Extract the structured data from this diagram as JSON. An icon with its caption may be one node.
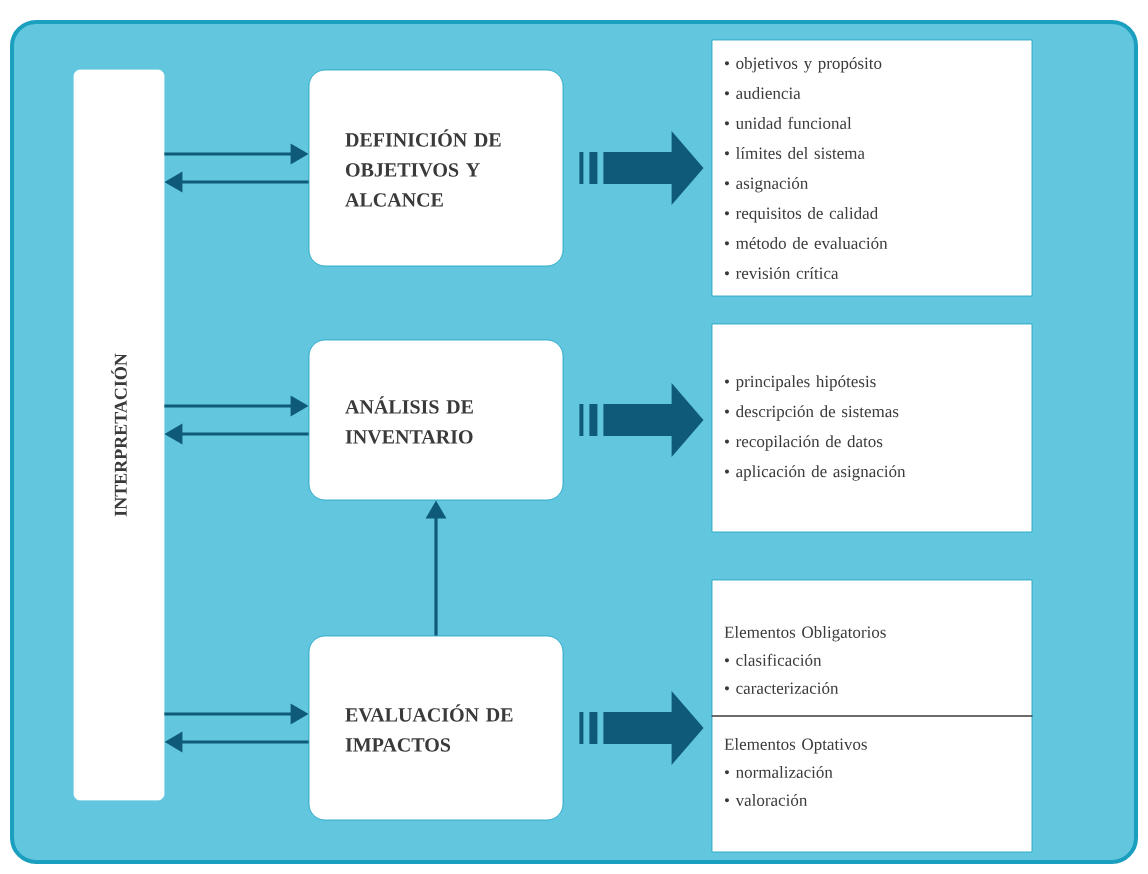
{
  "diagram": {
    "nodes": [
      {
        "text": [
          "INTERPRETACIÓN"
        ]
      },
      {
        "text": [
          "DEFINICIÓN DE OBJETIVOS Y ALCANCE"
        ]
      },
      {
        "text": [
          "ANÁLISIS DE INVENTARIO"
        ]
      },
      {
        "text": [
          "EVALUACIÓN DE IMPACTOS"
        ]
      },
      {
        "text": [
          "• objetivos y propósito",
          "• audiencia",
          "• unidad funcional",
          "• límites del sistema",
          "• asignación",
          "• requisitos de calidad",
          "• método de evaluación",
          "• revisión crítica"
        ]
      },
      {
        "text": [
          "• principales hipótesis",
          "• descripción de sistemas",
          "• recopilación de datos",
          "• aplicación de asignación"
        ]
      },
      {
        "text": [
          "Elementos Obligatorios",
          "• clasificación",
          "• caracterización",
          "Elementos Optativos",
          "• normalización",
          "• valoración"
        ]
      }
    ],
    "edges": [
      {
        "from": 0,
        "to": 1,
        "arrow": "to"
      },
      {
        "from": 1,
        "to": 0,
        "arrow": "to"
      },
      {
        "from": 0,
        "to": 2,
        "arrow": "to"
      },
      {
        "from": 2,
        "to": 0,
        "arrow": "to"
      },
      {
        "from": 0,
        "to": 3,
        "arrow": "to"
      },
      {
        "from": 3,
        "to": 0,
        "arrow": "to"
      },
      {
        "from": 3,
        "to": 2,
        "arrow": "to"
      },
      {
        "from": 1,
        "to": 4,
        "arrow": "to",
        "style": "thick"
      },
      {
        "from": 2,
        "to": 5,
        "arrow": "to",
        "style": "thick"
      },
      {
        "from": 3,
        "to": 6,
        "arrow": "to",
        "style": "thick"
      }
    ]
  }
}
